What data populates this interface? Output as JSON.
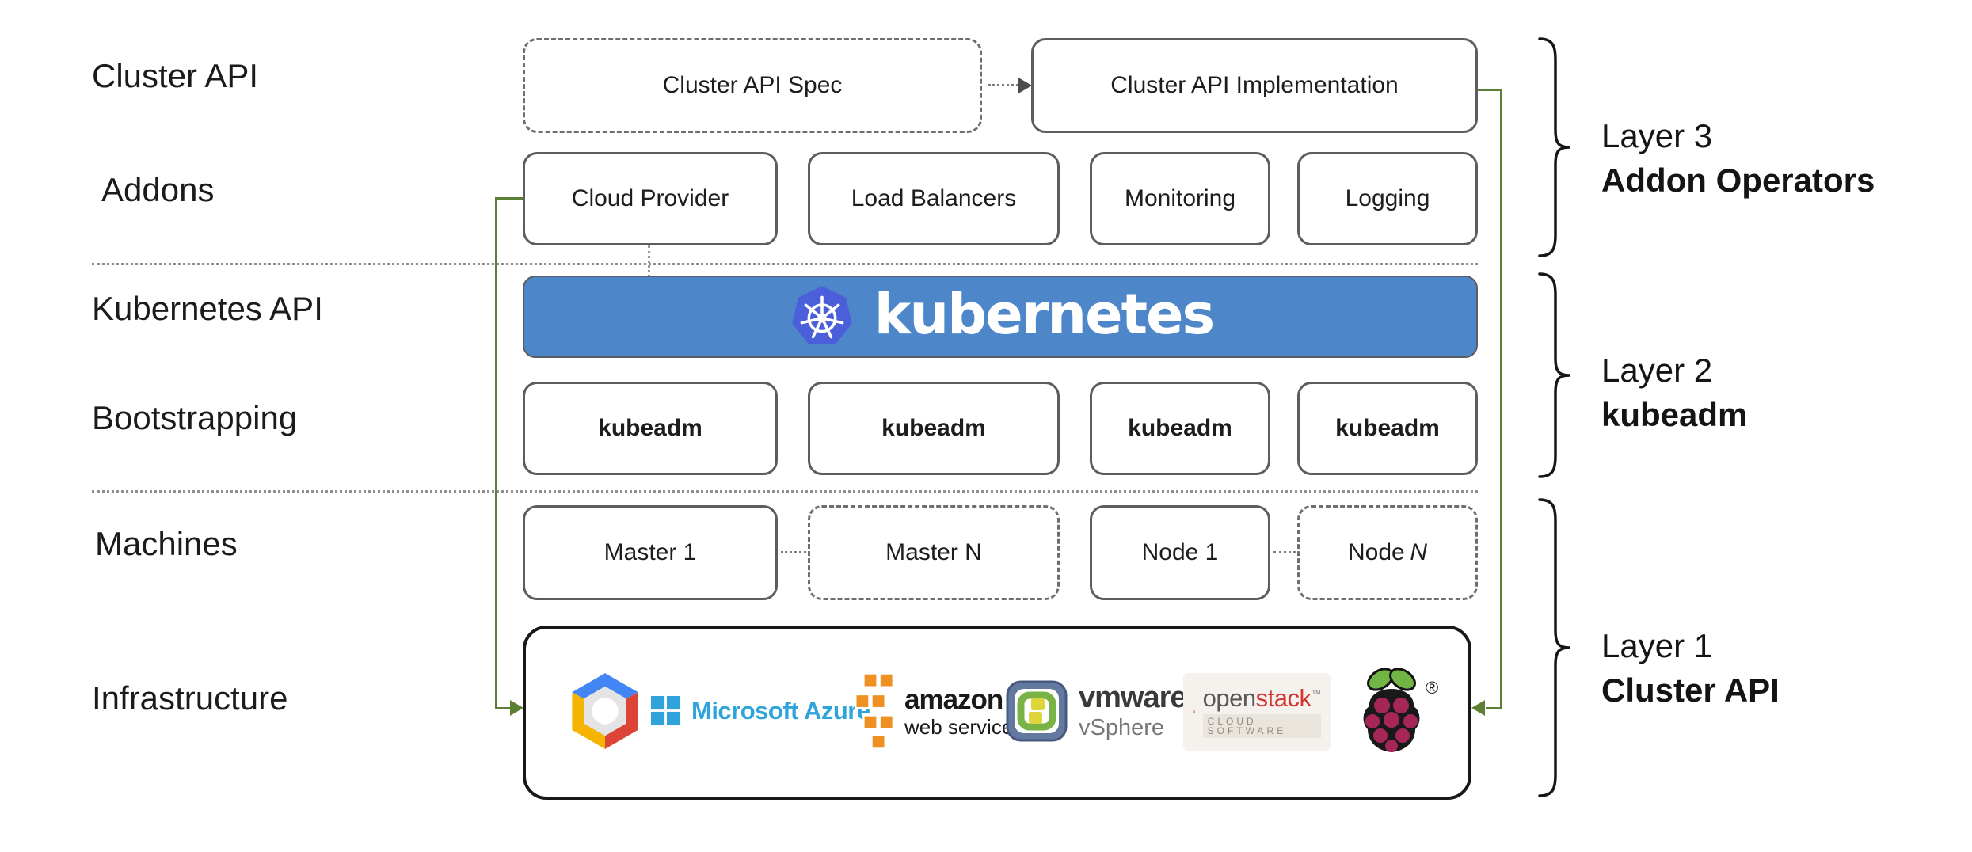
{
  "left_labels": {
    "cluster_api": "Cluster API",
    "addons": "Addons",
    "kubernetes_api": "Kubernetes API",
    "bootstrapping": "Bootstrapping",
    "machines": "Machines",
    "infrastructure": "Infrastructure"
  },
  "cluster_api_row": {
    "spec": "Cluster API Spec",
    "implementation": "Cluster API Implementation"
  },
  "addons_row": {
    "items": [
      "Cloud Provider",
      "Load Balancers",
      "Monitoring",
      "Logging"
    ]
  },
  "kubernetes_banner": {
    "wordmark": "kubernetes"
  },
  "bootstrapping_row": {
    "items": [
      "kubeadm",
      "kubeadm",
      "kubeadm",
      "kubeadm"
    ]
  },
  "machines_row": {
    "master_1": "Master 1",
    "master_n": "Master N",
    "node_1": "Node 1",
    "node_n_prefix": "Node",
    "node_n_variable": "N"
  },
  "infrastructure_row": {
    "providers": [
      "google-cloud-platform",
      "microsoft-azure",
      "amazon-web-services",
      "vmware-vsphere",
      "openstack",
      "raspberry-pi"
    ],
    "azure_label": "Microsoft Azure",
    "aws_label": "amazon",
    "aws_sublabel": "web services",
    "vmware_label": "vmware",
    "vmware_registered": "®",
    "vmware_sublabel": "vSphere",
    "openstack_open": "open",
    "openstack_stack": "stack",
    "openstack_trademark": "™",
    "openstack_sublabel": "CLOUD SOFTWARE",
    "raspberry_registered": "®"
  },
  "layer_brackets": [
    {
      "line1": "Layer 3",
      "line2": "Addon Operators"
    },
    {
      "line1": "Layer 2",
      "line2": "kubeadm"
    },
    {
      "line1": "Layer 1",
      "line2": "Cluster API"
    }
  ],
  "theme": {
    "banner_blue": "#4E87C9",
    "k8s_logo_blue": "#4A5FD9",
    "green_line": "#5C8033",
    "azure_blue": "#31A3DC",
    "aws_orange": "#EF9122",
    "vmware_slate": "#64799F",
    "vmware_green": "#79B345",
    "openstack_red": "#D13630",
    "raspberry_crimson": "#A62757",
    "leaf_green": "#71B544",
    "gcp_blue": "#4285F4",
    "gcp_red": "#DB4437",
    "gcp_yellow": "#F4B400"
  }
}
